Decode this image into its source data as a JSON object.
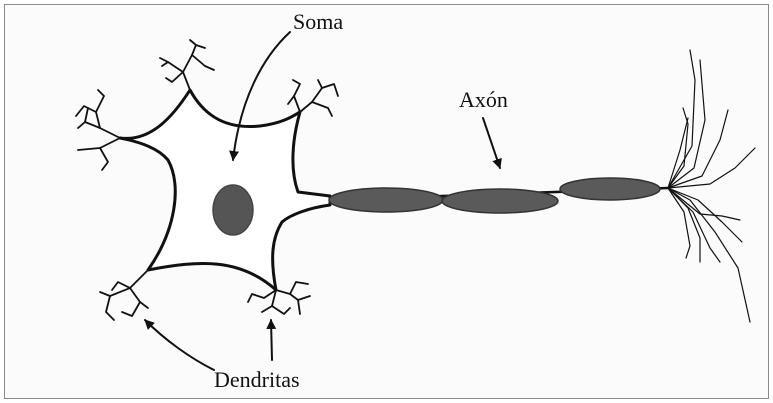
{
  "labels": {
    "soma": "Soma",
    "axon": "Axón",
    "dendrites": "Dendritas"
  },
  "colors": {
    "ink": "#111111",
    "nucleus": "#555555",
    "myelin": "#5a5a5a",
    "background": "#fbfbfb"
  }
}
